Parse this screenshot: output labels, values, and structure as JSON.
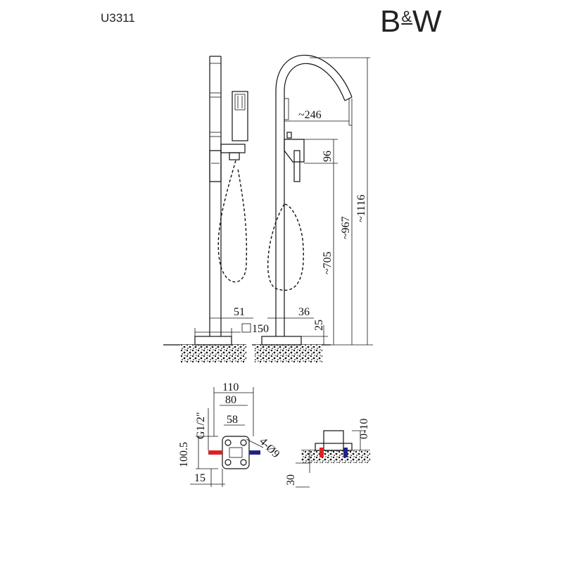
{
  "header": {
    "model_code": "U3311",
    "brand_b": "B",
    "brand_amp": "&",
    "brand_w": "W"
  },
  "dimensions": {
    "spout_reach": "~246",
    "handle_height": "96",
    "total_height": "~1116",
    "outlet_height": "~967",
    "handle_to_floor": "~705",
    "shower_offset": "51",
    "spout_offset": "36",
    "base_square": "150",
    "base_thickness": "25",
    "box_width": "110",
    "box_inner": "80",
    "box_holes": "58",
    "inlet_thread": "G1/2\"",
    "box_height": "100.5",
    "hole_spec": "4-Ø9",
    "box_offset": "15",
    "install_depth": "0-10",
    "depth_30": "30"
  }
}
